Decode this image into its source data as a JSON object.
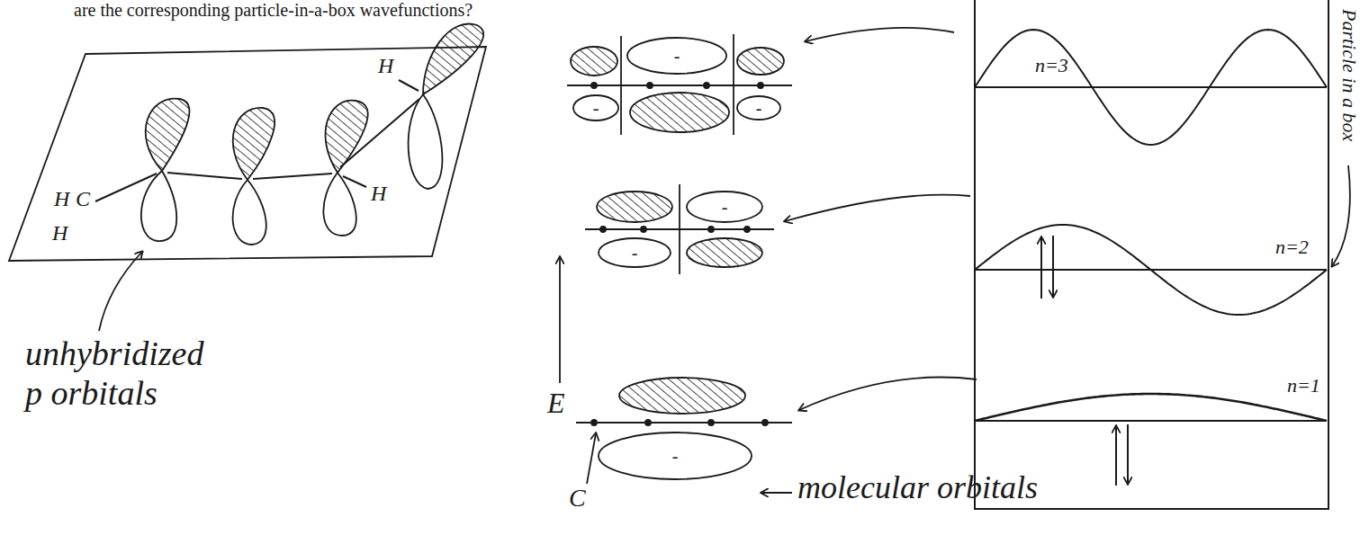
{
  "diagram": {
    "nodes": [
      {
        "text": [
          "n=3",
          "n=2",
          "n=1"
        ]
      }
    ],
    "labels": [
      "are the corresponding particle-in-a-box wavefunctions?",
      "H",
      "C",
      "H",
      "H",
      "H",
      "unhybridized p orbitals",
      "E",
      "-",
      "-",
      "-",
      "-",
      "-",
      "-",
      "C",
      "molecular orbitals",
      "Particle in a box"
    ]
  }
}
